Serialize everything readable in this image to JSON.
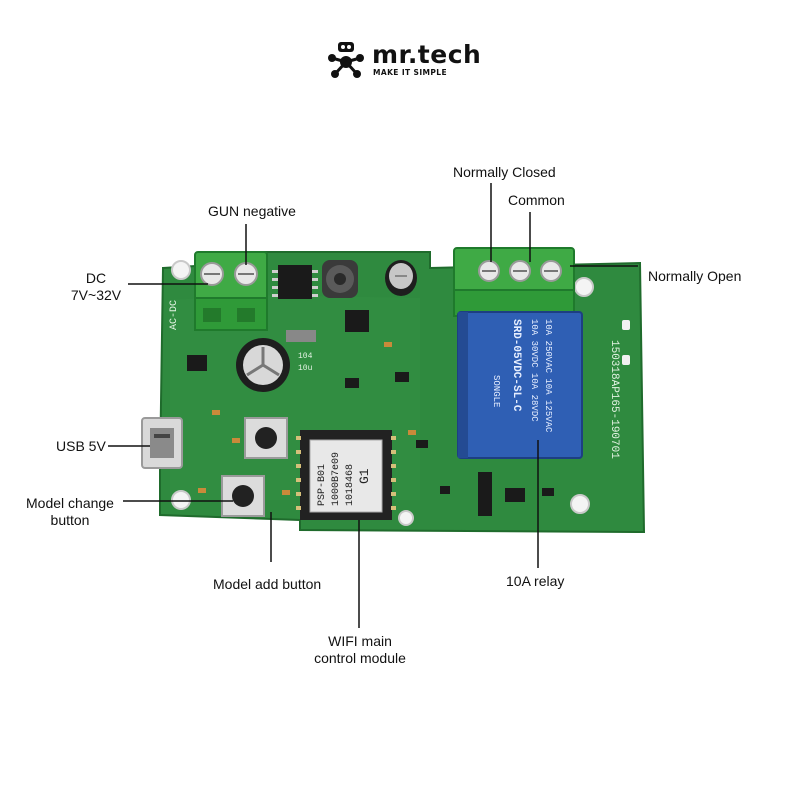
{
  "brand": {
    "name": "mr.tech",
    "tagline": "MAKE IT SIMPLE"
  },
  "labels": {
    "normally_closed": "Normally Closed",
    "common": "Common",
    "normally_open": "Normally Open",
    "gun_negative": "GUN negative",
    "dc_line1": "DC",
    "dc_line2": "7V~32V",
    "usb": "USB 5V",
    "model_change_line1": "Model change",
    "model_change_line2": "button",
    "model_add": "Model add button",
    "wifi_line1": "WIFI main",
    "wifi_line2": "control module",
    "relay": "10A relay"
  },
  "board_text": {
    "relay_line1": "10A 250VAC  10A 125VAC",
    "relay_line2": "10A 30VDC  10A 28VDC",
    "relay_model": "SRD-05VDC-SL-C",
    "relay_brand": "SONGLE",
    "pcb_code": "150318AP165-190701",
    "module_line1": "PSP-B01",
    "module_line2": "1000B7e09",
    "module_line3": "1018468",
    "module_line4": "G1",
    "silk_ac": "AC-DC",
    "silk_104": "104",
    "silk_10u": "10u"
  },
  "colors": {
    "pcb": "#2f8a3f",
    "pcb_dark": "#1f6b2c",
    "terminal": "#3faa45",
    "relay": "#2f5fb4",
    "leader": "#111111"
  }
}
